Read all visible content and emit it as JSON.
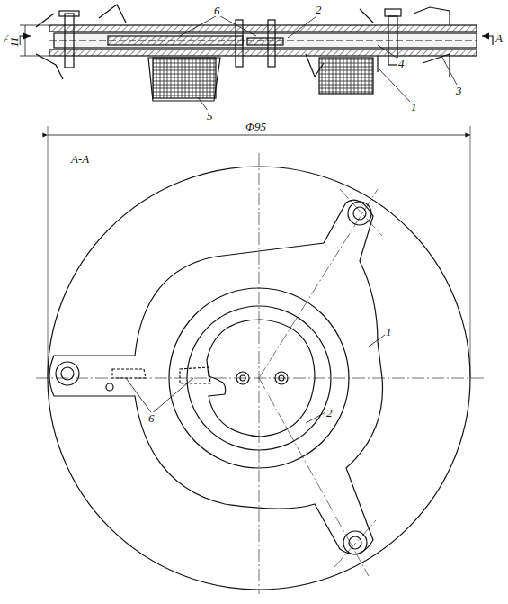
{
  "diagram": {
    "labels": [
      "6",
      "2",
      "A",
      "11",
      "4",
      "A",
      "3",
      "5",
      "1",
      "Φ95",
      "A-A",
      "1",
      "2",
      "6"
    ]
  }
}
